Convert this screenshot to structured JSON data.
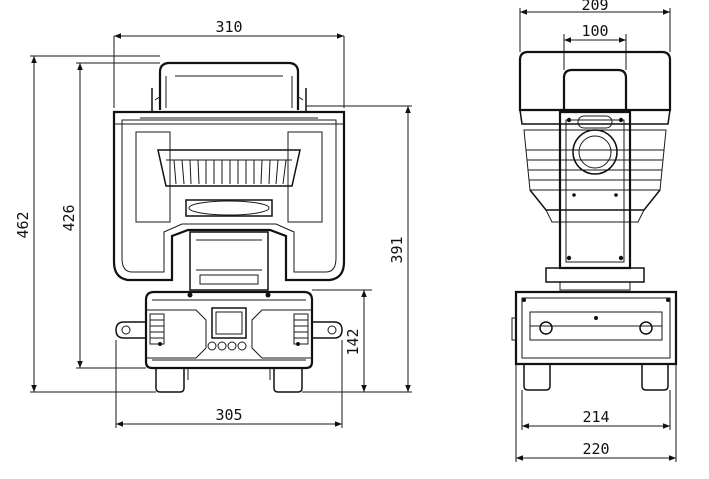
{
  "dimensions": {
    "front_top_width": "310",
    "front_total_height": "462",
    "front_head_height": "426",
    "front_yoke_height": "391",
    "front_base_height": "142",
    "front_base_width": "305",
    "side_top_width": "209",
    "side_handle_width": "100",
    "side_base_inner_width": "214",
    "side_base_outer_width": "220"
  }
}
